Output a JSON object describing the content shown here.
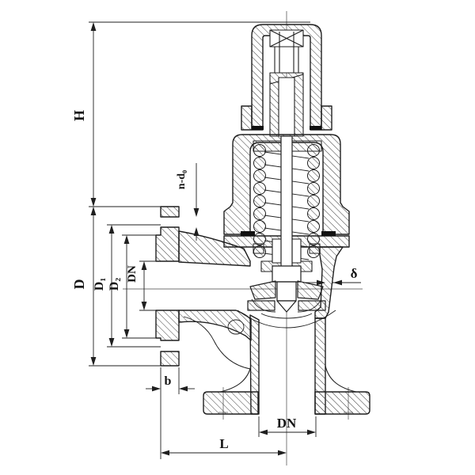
{
  "drawing": {
    "title": "Spring-loaded angle safety valve cross-section",
    "background": "#ffffff",
    "line_color": "#1f1f1f",
    "dimensions": {
      "H": "H",
      "n_d0": "n-d₀",
      "D": "D",
      "D1": "D₁",
      "D2": "D₂",
      "DN_side": "DN",
      "delta": "δ",
      "b": "b",
      "DN_bottom": "DN",
      "L": "L"
    }
  }
}
